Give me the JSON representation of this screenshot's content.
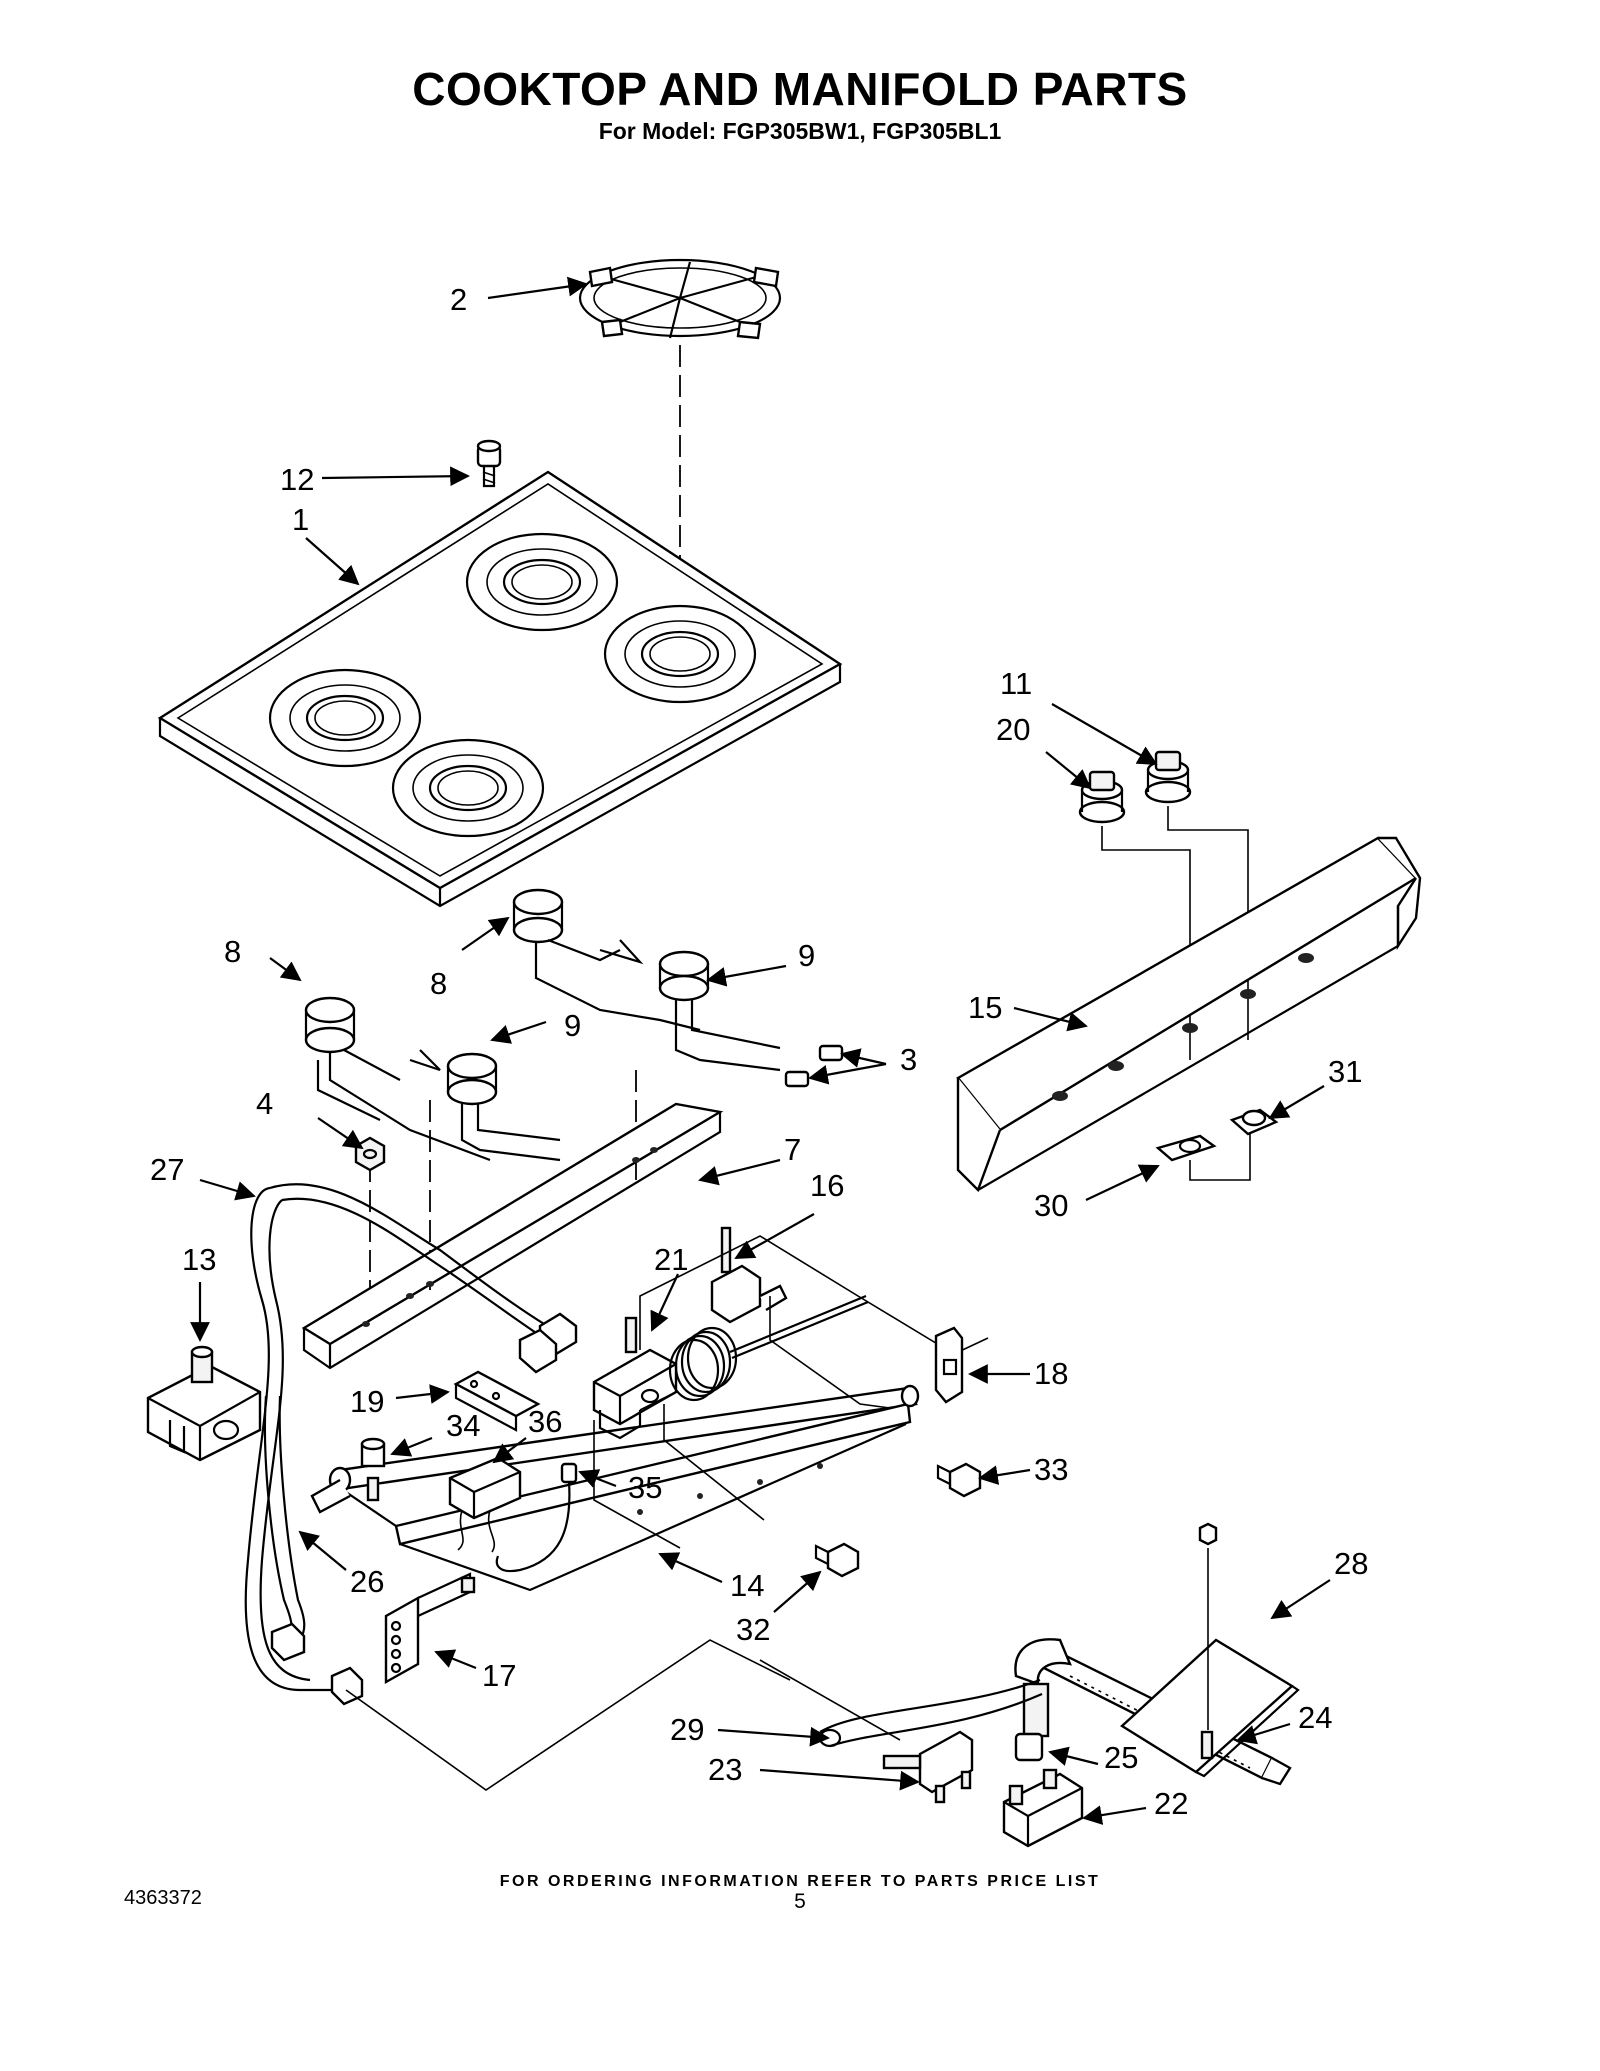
{
  "title": "COOKTOP AND MANIFOLD PARTS",
  "subtitle": "For Model: FGP305BW1, FGP305BL1",
  "footer_note": "FOR ORDERING INFORMATION REFER TO PARTS PRICE LIST",
  "doc_number": "4363372",
  "page_number": "5",
  "callouts": {
    "c1": "1",
    "c2": "2",
    "c3": "3",
    "c4": "4",
    "c7": "7",
    "c8a": "8",
    "c8b": "8",
    "c9a": "9",
    "c9b": "9",
    "c11": "11",
    "c12": "12",
    "c13": "13",
    "c14": "14",
    "c15": "15",
    "c16": "16",
    "c17": "17",
    "c18": "18",
    "c19": "19",
    "c20": "20",
    "c21": "21",
    "c22": "22",
    "c23": "23",
    "c24": "24",
    "c25": "25",
    "c26": "26",
    "c27": "27",
    "c28": "28",
    "c29": "29",
    "c30": "30",
    "c31": "31",
    "c32": "32",
    "c33": "33",
    "c34": "34",
    "c35": "35",
    "c36": "36"
  }
}
